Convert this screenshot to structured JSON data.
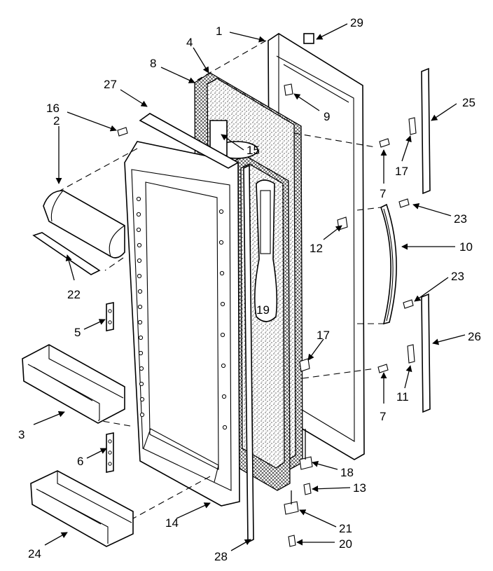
{
  "callouts": [
    "1",
    "2",
    "3",
    "4",
    "5",
    "6",
    "7",
    "7",
    "8",
    "9",
    "10",
    "11",
    "12",
    "13",
    "14",
    "15",
    "16",
    "17",
    "17",
    "18",
    "19",
    "20",
    "21",
    "22",
    "23",
    "23",
    "24",
    "25",
    "26",
    "27",
    "28",
    "29"
  ],
  "colors": {
    "ink": "#000000",
    "paper": "#ffffff"
  }
}
